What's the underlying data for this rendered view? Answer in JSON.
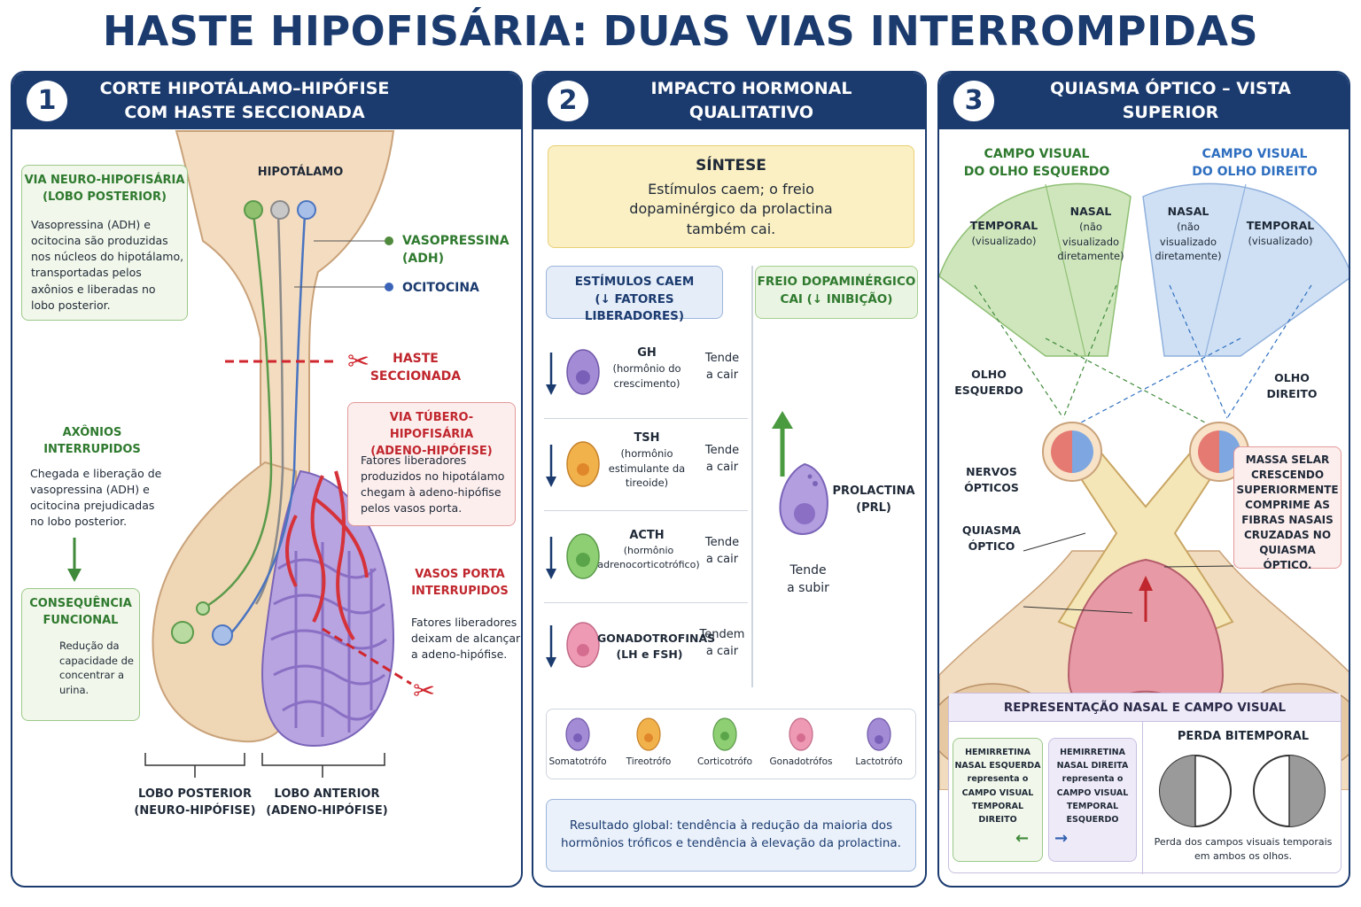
{
  "title": "HASTE HIPOFISÁRIA: DUAS VIAS INTERROMPIDAS",
  "colors": {
    "navy": "#1b3b6f",
    "green": "#2f7a2f",
    "red": "#c0262d",
    "purple": "#8a6fc4",
    "yellow": "#fbf0c3"
  },
  "panel1": {
    "number": "1",
    "title": "CORTE HIPOTÁLAMO–HIPÓFISE\nCOM HASTE SECCIONADA",
    "hipotalamo": "HIPOTÁLAMO",
    "vasopressina": "VASOPRESSINA\n(ADH)",
    "ocitocina": "OCITOCINA",
    "haste": "HASTE\nSECCIONADA",
    "neuro_title": "VIA NEURO-HIPOFISÁRIA\n(LOBO POSTERIOR)",
    "neuro_text": "Vasopressina (ADH) e\nocitocina são produzidas\nnos núcleos do hipotálamo,\ntransportadas pelos\naxônios e liberadas no\nlobo posterior.",
    "axonios_title": "AXÔNIOS\nINTERRUPIDOS",
    "axonios_text": "Chegada e liberação de\nvasopressina (ADH) e\nocitocina prejudicadas\nno lobo posterior.",
    "consequencia_title": "CONSEQUÊNCIA\nFUNCIONAL",
    "consequencia_text": "Redução da\ncapacidade de\nconcentrar a urina.",
    "tubero_title": "VIA TÚBERO-HIPOFISÁRIA\n(ADENO-HIPÓFISE)",
    "tubero_text": "Fatores liberadores\nproduzidos no hipotálamo\nchegam à adeno-hipófise\npelos vasos porta.",
    "vasos_title": "VASOS PORTA\nINTERRUPIDOS",
    "vasos_text": "Fatores liberadores\ndeixam de alcançar\na adeno-hipófise.",
    "lobo_posterior": "LOBO POSTERIOR\n(NEURO-HIPÓFISE)",
    "lobo_anterior": "LOBO ANTERIOR\n(ADENO-HIPÓFISE)"
  },
  "panel2": {
    "number": "2",
    "title": "IMPACTO HORMONAL QUALITATIVO",
    "sintese_title": "SÍNTESE",
    "sintese_text": "Estímulos caem; o freio\ndopaminérgico da prolactina\ntambém cai.",
    "col1_title": "ESTÍMULOS CAEM\n(↓ FATORES LIBERADORES)",
    "col2_title": "FREIO DOPAMINÉRGICO\nCAI (↓ INIBIÇÃO)",
    "hormones": [
      {
        "name": "GH",
        "desc": "(hormônio do\ncrescimento)",
        "trend": "Tende\na cair",
        "color": "#a48bd6"
      },
      {
        "name": "TSH",
        "desc": "(hormônio\nestimulante da\ntireoide)",
        "trend": "Tende\na cair",
        "color": "#f2b24b"
      },
      {
        "name": "ACTH",
        "desc": "(hormônio\nadrenocorticotrófico)",
        "trend": "Tende\na cair",
        "color": "#8fcf73"
      },
      {
        "name": "GONADOTROFINAS",
        "desc": "(LH e FSH)",
        "trend": "Tendem\na cair",
        "color": "#ef9ab4"
      }
    ],
    "prolactina": "PROLACTINA\n(PRL)",
    "prolactina_trend": "Tende\na subir",
    "legend": [
      {
        "label": "Somatotrófo",
        "color": "#a48bd6"
      },
      {
        "label": "Tireotrófo",
        "color": "#f2b24b"
      },
      {
        "label": "Corticotrófo",
        "color": "#8fcf73"
      },
      {
        "label": "Gonadotrófos",
        "color": "#ef9ab4"
      },
      {
        "label": "Lactotrófo",
        "color": "#a48bd6"
      }
    ],
    "resultado": "Resultado global: tendência à redução da maioria dos\nhormônios tróficos e tendência à elevação da prolactina."
  },
  "panel3": {
    "number": "3",
    "title": "QUIASMA ÓPTICO – VISTA SUPERIOR",
    "campo_esq": "CAMPO VISUAL\nDO OLHO ESQUERDO",
    "campo_dir": "CAMPO VISUAL\nDO OLHO DIREITO",
    "temporal_esq": "TEMPORAL",
    "temporal_esq_sub": "(visualizado)",
    "nasal_esq": "NASAL",
    "nasal_esq_sub": "(não\nvisualizado\ndiretamente)",
    "nasal_dir": "NASAL",
    "nasal_dir_sub": "(não\nvisualizado\ndiretamente)",
    "temporal_dir": "TEMPORAL",
    "temporal_dir_sub": "(visualizado)",
    "olho_esq": "OLHO\nESQUERDO",
    "olho_dir": "OLHO\nDIREITO",
    "nervos": "NERVOS\nÓPTICOS",
    "quiasma": "QUIASMA\nÓPTICO",
    "massa": "MASSA SELAR\nCRESCENDO\nSUPERIORMENTE\nCOMPRIME AS\nFIBRAS NASAIS\nCRUZADAS NO\nQUIASMA ÓPTICO.",
    "repr_title": "REPRESENTAÇÃO NASAL E CAMPO VISUAL",
    "hemi_esq": "HEMIRRETINA\nNASAL ESQUERDA\nrepresenta o\nCAMPO VISUAL\nTEMPORAL DIREITO",
    "hemi_dir": "HEMIRRETINA\nNASAL DIREITA\nrepresenta o\nCAMPO VISUAL\nTEMPORAL ESQUERDO",
    "perda_title": "PERDA BITEMPORAL",
    "perda_text": "Perda dos campos visuais temporais\nem ambos os olhos."
  }
}
